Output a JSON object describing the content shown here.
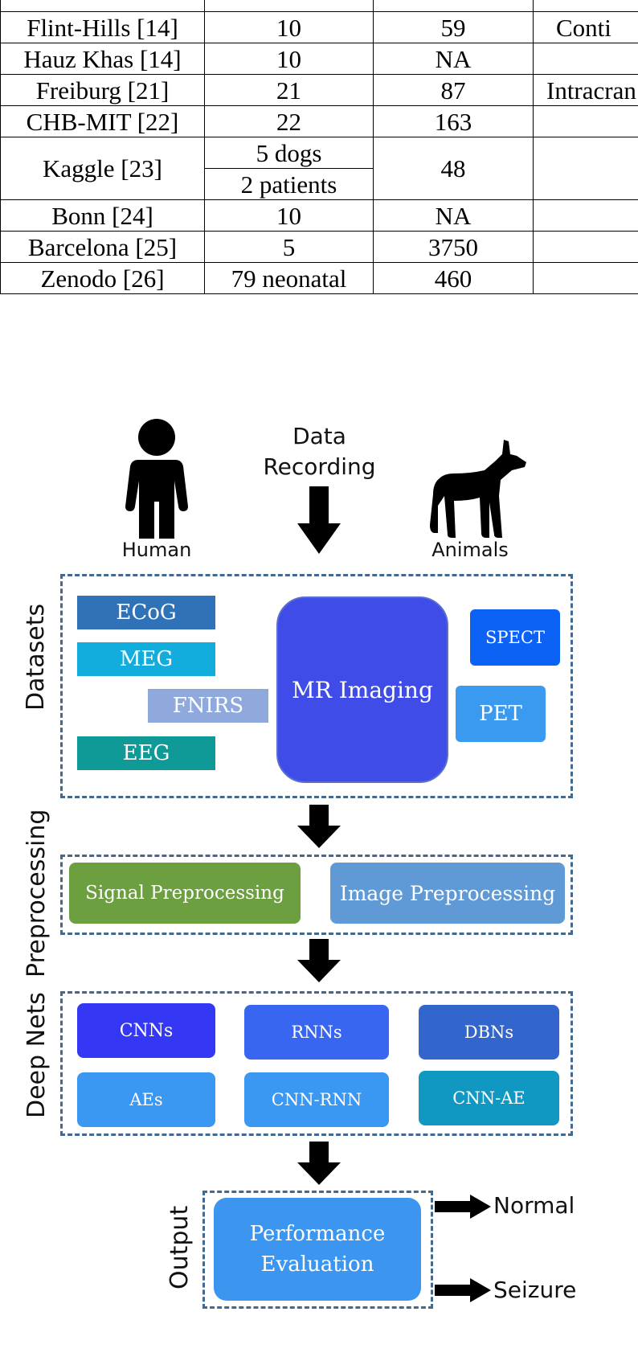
{
  "table": {
    "rows": [
      {
        "name": "",
        "subjects": "",
        "num": "",
        "type": ""
      },
      {
        "name": "Flint-Hills [14]",
        "subjects": "10",
        "num": "59",
        "type": "Conti"
      },
      {
        "name": "Hauz Khas [14]",
        "subjects": "10",
        "num": "NA",
        "type": ""
      },
      {
        "name": "Freiburg [21]",
        "subjects": "21",
        "num": "87",
        "type": "Intracran"
      },
      {
        "name": "CHB-MIT [22]",
        "subjects": "22",
        "num": "163",
        "type": ""
      },
      {
        "name": "Kaggle [23]",
        "subjects": "5 dogs",
        "subjects2": "2 patients",
        "num": "48",
        "type": ""
      },
      {
        "name": "Bonn [24]",
        "subjects": "10",
        "num": "NA",
        "type": ""
      },
      {
        "name": "Barcelona [25]",
        "subjects": "5",
        "num": "3750",
        "type": ""
      },
      {
        "name": "Zenodo [26]",
        "subjects": "79 neonatal",
        "num": "460",
        "type": ""
      }
    ]
  },
  "diagram": {
    "human_label": "Human",
    "animals_label": "Animals",
    "data_recording_line1": "Data",
    "data_recording_line2": "Recording",
    "sections": {
      "datasets": "Datasets",
      "preprocessing": "Preprocessing",
      "deep_nets": "Deep Nets",
      "output": "Output"
    },
    "datasets": {
      "ecog": "ECoG",
      "meg": "MEG",
      "fnirs": "FNIRS",
      "eeg": "EEG",
      "mr_imaging": "MR Imaging",
      "spect": "SPECT",
      "pet": "PET"
    },
    "preprocessing": {
      "signal": "Signal Preprocessing",
      "image": "Image Preprocessing"
    },
    "deep_nets": {
      "cnns": "CNNs",
      "rnns": "RNNs",
      "dbns": "DBNs",
      "aes": "AEs",
      "cnn_rnn": "CNN-RNN",
      "cnn_ae": "CNN-AE"
    },
    "output": {
      "performance_line1": "Performance",
      "performance_line2": "Evaluation",
      "normal": "Normal",
      "seizure": "Seizure"
    },
    "colors": {
      "ecog": "#3072b8",
      "meg": "#12acdd",
      "fnirs": "#8fa9dc",
      "eeg": "#0f9a98",
      "mr": "#3f4ce8",
      "spect": "#0b62f5",
      "pet": "#3a9af0",
      "signal": "#6c9f3f",
      "image": "#5f9ad6",
      "cnns": "#3438f5",
      "rnns": "#3866f0",
      "dbns": "#3366cc",
      "aes": "#3a97f2",
      "cnn_rnn": "#3a97f2",
      "cnn_ae": "#1198c2",
      "performance": "#3c96f0",
      "dash": "#44698e"
    }
  }
}
